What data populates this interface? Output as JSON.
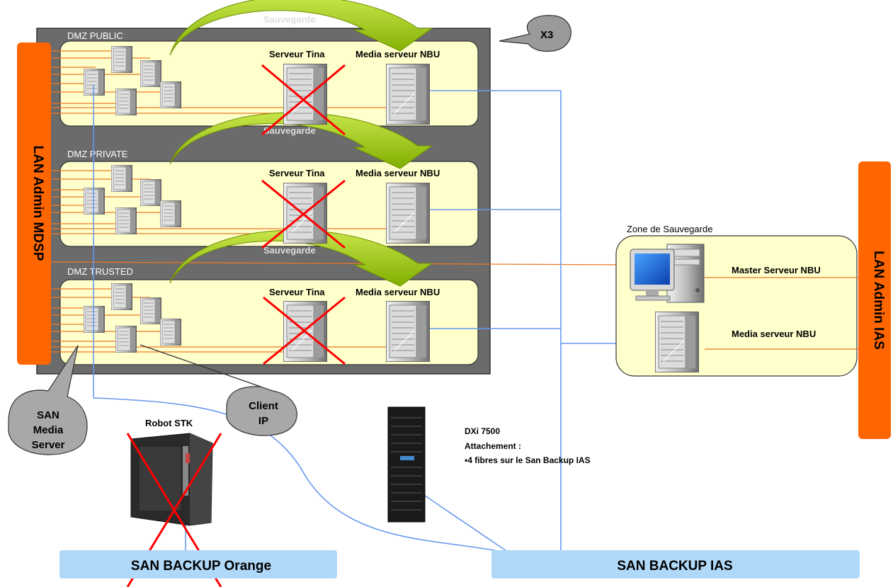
{
  "zones": [
    {
      "label": "DMZ PUBLIC",
      "tina_label": "Serveur Tina",
      "media_label": "Media serveur NBU"
    },
    {
      "label": "DMZ PRIVATE",
      "tina_label": "Serveur Tina",
      "media_label": "Media serveur NBU"
    },
    {
      "label": "DMZ TRUSTED",
      "tina_label": "Serveur Tina",
      "media_label": "Media serveur NBU"
    }
  ],
  "backup_arrow_label": "Sauvegarde",
  "multiplier_callout": "X3",
  "left_lan_label": "LAN Admin MDSP",
  "right_lan_label": "LAN Admin IAS",
  "backup_zone": {
    "title": "Zone de Sauvegarde",
    "master_label": "Master Serveur NBU",
    "media_label": "Media serveur NBU"
  },
  "callouts": {
    "san_media_server": [
      "SAN",
      "Media",
      "Server"
    ],
    "client_ip": [
      "Client",
      "IP"
    ]
  },
  "robot_label": "Robot STK",
  "dxi": {
    "line1": "DXi 7500",
    "line2": "Attachement :",
    "line3": "•4 fibres sur le San Backup IAS"
  },
  "san_orange_label": "SAN BACKUP Orange",
  "san_ias_label": "SAN BACKUP IAS",
  "colors": {
    "orange_bar": "#ff6600",
    "zone_fill": "#ffffcc",
    "dmz_frame": "#666666",
    "arrow_green": "#99cc00",
    "san_bar": "#b0d8f8",
    "fiber_blue": "#6699ee",
    "orange_line": "#ee7722",
    "cross_red": "#ff0000"
  }
}
